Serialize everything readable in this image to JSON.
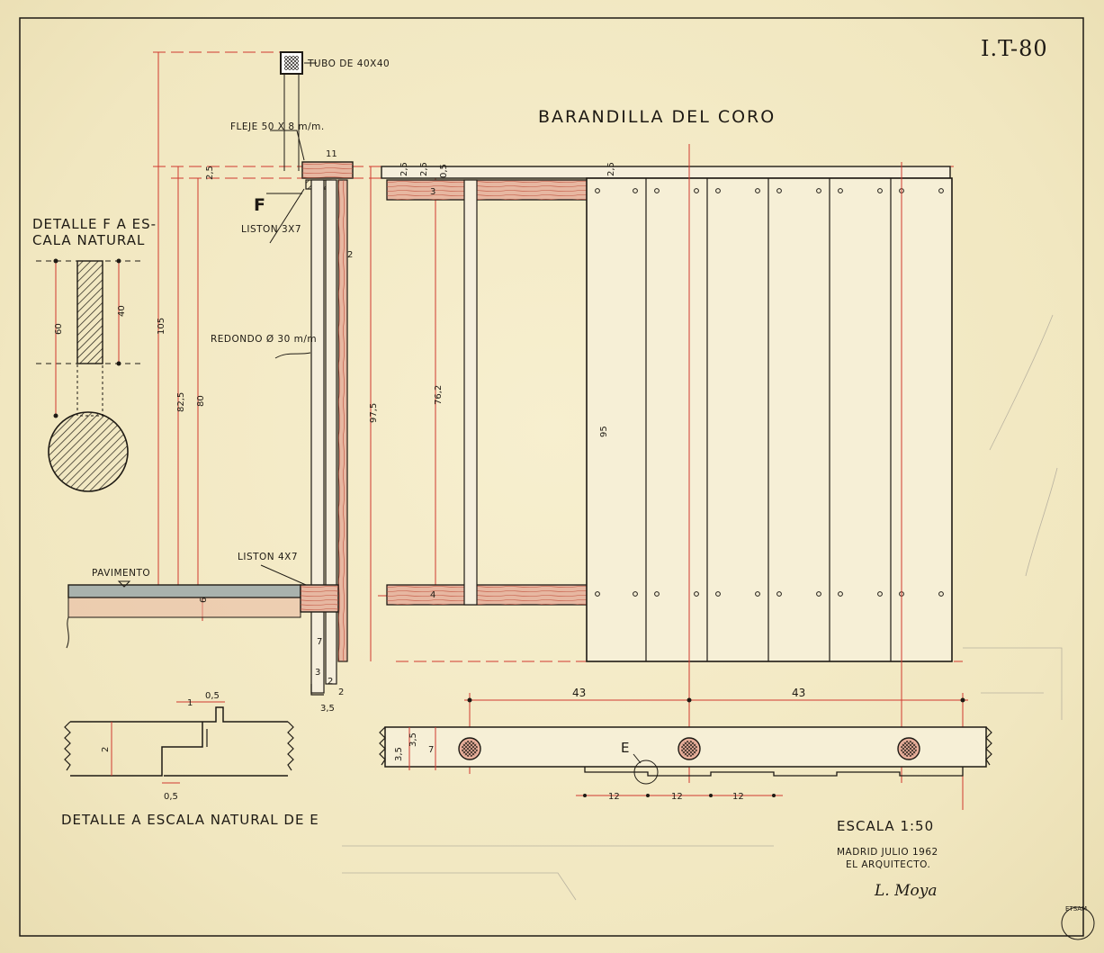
{
  "sheet": {
    "drawing_id": "I.T-80",
    "title": "BARANDILLA DEL CORO",
    "scale": "ESCALA 1:50",
    "place_date": "MADRID JULIO 1962",
    "role": "EL ARQUITECTO.",
    "signature": "L. Moya",
    "stamp_text": "ETSAM"
  },
  "labels": {
    "tube": "TUBO DE 40X40",
    "fleje": "FLEJE 50 X 8 m/m.",
    "liston_top": "LISTON 3X7",
    "liston_bottom": "LISTON 4X7",
    "redondo": "REDONDO Ø 30 m/m",
    "pavimento": "PAVIMENTO",
    "detail_f_line1": "DETALLE F A ES-",
    "detail_f_line2": "CALA NATURAL",
    "detail_e": "DETALLE A ESCALA NATURAL DE E",
    "mark_f": "F",
    "mark_e": "E"
  },
  "dimensions": {
    "d_11": "11",
    "d_25a": "2,5",
    "d_2a": "2",
    "d_105": "105",
    "d_825": "82,5",
    "d_80": "80",
    "d_975": "97,5",
    "d_762": "76,2",
    "d_95": "95",
    "d_6": "6",
    "d_7": "7",
    "d_3": "3",
    "d_2b": "2",
    "d_2c": "2",
    "d_35": "3,5",
    "d_25b": "2,5",
    "d_25c": "2,5",
    "d_05a": "0,5",
    "d_3b": "3",
    "d_4": "4",
    "d_25d": "2,5",
    "d_60": "60",
    "d_40": "40",
    "d_1": "1",
    "d_05b": "0,5",
    "d_2e": "2",
    "d_05c": "0,5",
    "d_43a": "43",
    "d_43b": "43",
    "d_35b": "3,5",
    "d_35c": "3,5",
    "d_7b": "7",
    "d_12a": "12",
    "d_12b": "12",
    "d_12c": "12"
  },
  "colors": {
    "ink": "#1e1a14",
    "red": "#d0392f",
    "wood": "#e7b7a1",
    "concrete": "#a9b2ad",
    "paper": "#f4ecc8"
  }
}
